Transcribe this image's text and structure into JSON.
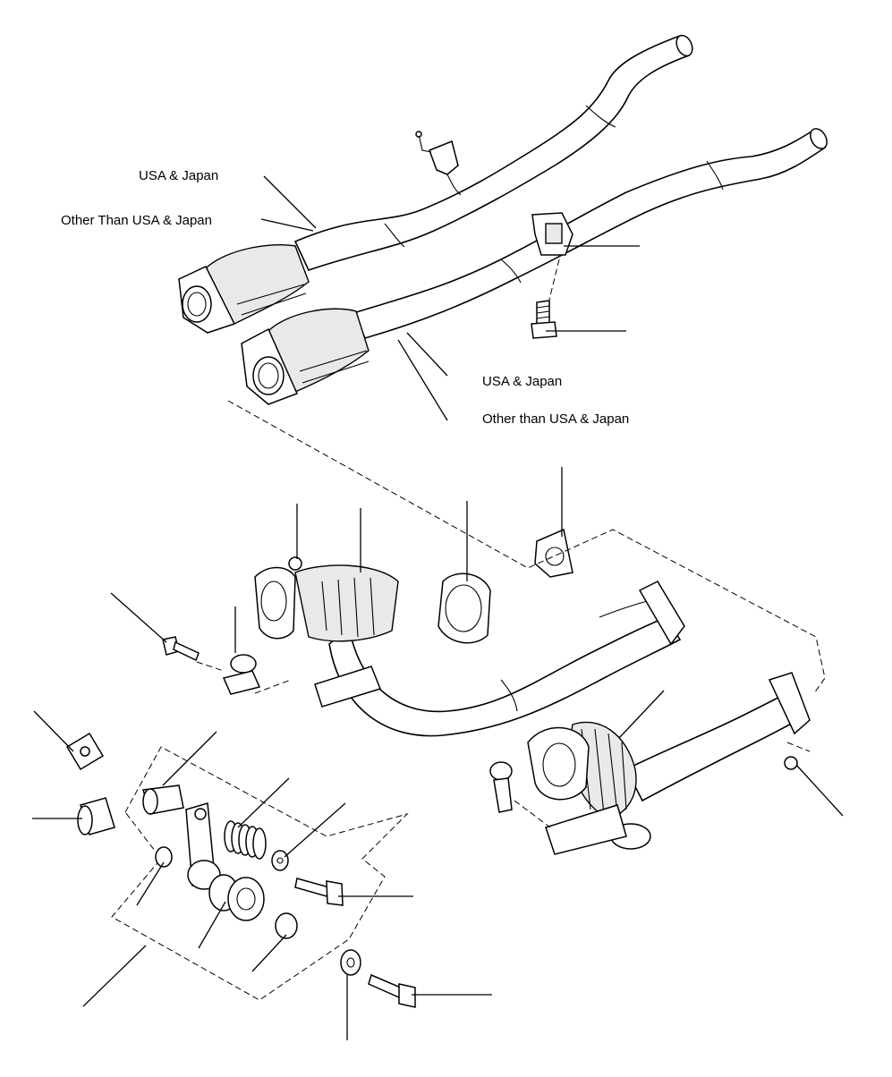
{
  "labels": {
    "upper_left_a": "USA & Japan",
    "upper_left_b": "Other Than USA & Japan",
    "lower_right_a": "USA & Japan",
    "lower_right_b": "Other than USA & Japan"
  }
}
